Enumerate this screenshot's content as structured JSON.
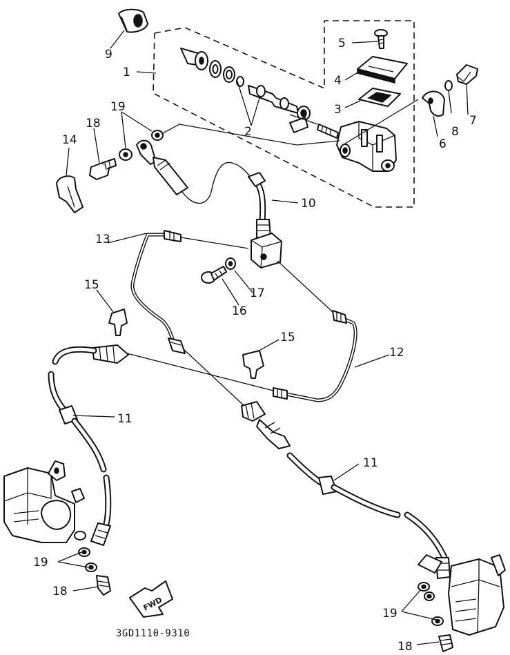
{
  "diagram": {
    "parts": [
      {
        "ref": "1",
        "name": "master-cylinder-kit"
      },
      {
        "ref": "2",
        "name": "piston-assembly"
      },
      {
        "ref": "3",
        "name": "diaphragm"
      },
      {
        "ref": "4",
        "name": "reservoir-cap"
      },
      {
        "ref": "5",
        "name": "cap-screw"
      },
      {
        "ref": "6",
        "name": "holder"
      },
      {
        "ref": "7",
        "name": "bolt"
      },
      {
        "ref": "8",
        "name": "washer"
      },
      {
        "ref": "9",
        "name": "boot"
      },
      {
        "ref": "10",
        "name": "brake-hose"
      },
      {
        "ref": "11",
        "name": "brake-hose"
      },
      {
        "ref": "12",
        "name": "brake-pipe"
      },
      {
        "ref": "13",
        "name": "brake-pipe"
      },
      {
        "ref": "14",
        "name": "bleed-screw-cap"
      },
      {
        "ref": "15",
        "name": "clip"
      },
      {
        "ref": "16",
        "name": "bolt"
      },
      {
        "ref": "17",
        "name": "washer"
      },
      {
        "ref": "18",
        "name": "union-bolt"
      },
      {
        "ref": "19",
        "name": "copper-washer"
      }
    ],
    "labels": {
      "l1": "1",
      "l2": "2",
      "l3": "3",
      "l4": "4",
      "l5": "5",
      "l6": "6",
      "l7": "7",
      "l8": "8",
      "l9": "9",
      "l10": "10",
      "l11a": "11",
      "l11b": "11",
      "l12": "12",
      "l13": "13",
      "l14": "14",
      "l15a": "15",
      "l15b": "15",
      "l16": "16",
      "l17": "17",
      "l18a": "18",
      "l18b": "18",
      "l18c": "18",
      "l19a": "19",
      "l19b": "19",
      "l19c": "19"
    },
    "fwd_label": "FWD",
    "drawing_code": "3GD1110-9310"
  }
}
